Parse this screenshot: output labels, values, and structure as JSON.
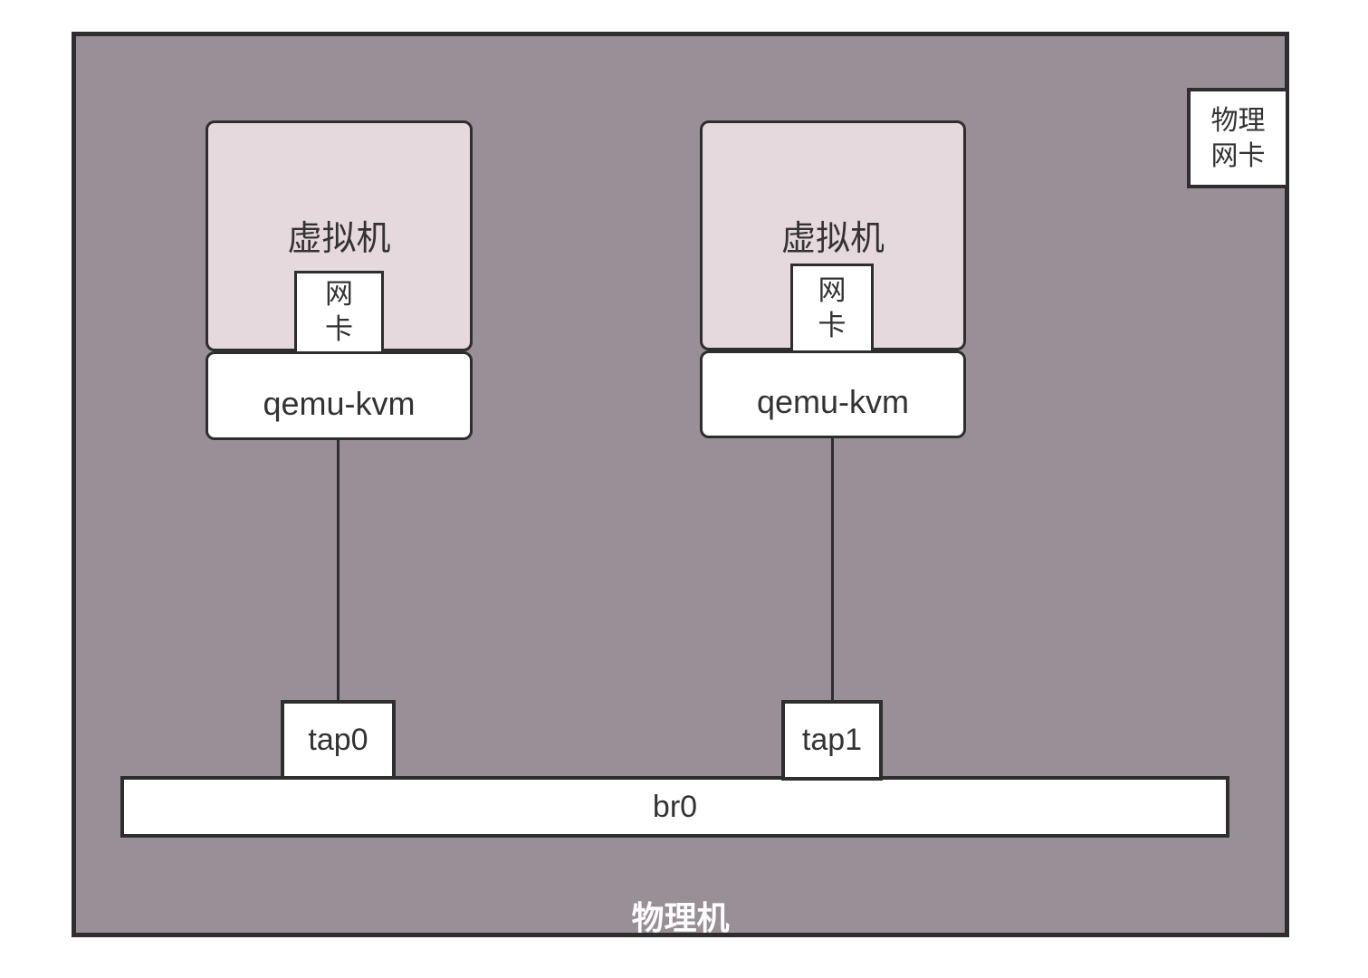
{
  "diagram": {
    "title_semantic": "qemu-kvm bridge networking diagram",
    "host": {
      "label": "物理机"
    },
    "physical_nic": {
      "label": "物理\n网卡"
    },
    "bridge": {
      "label": "br0"
    },
    "vms": [
      {
        "vm_label": "虚拟机",
        "nic_label": "网\n卡",
        "hypervisor_label": "qemu-kvm",
        "tap_label": "tap0"
      },
      {
        "vm_label": "虚拟机",
        "nic_label": "网\n卡",
        "hypervisor_label": "qemu-kvm",
        "tap_label": "tap1"
      }
    ],
    "colors": {
      "host_fill": "#998F96",
      "vm_fill": "#E6D9DE",
      "node_fill": "#FFFFFF",
      "border": "#2E2E2E",
      "text": "#333333",
      "host_label_text": "#FFFFFF"
    }
  }
}
